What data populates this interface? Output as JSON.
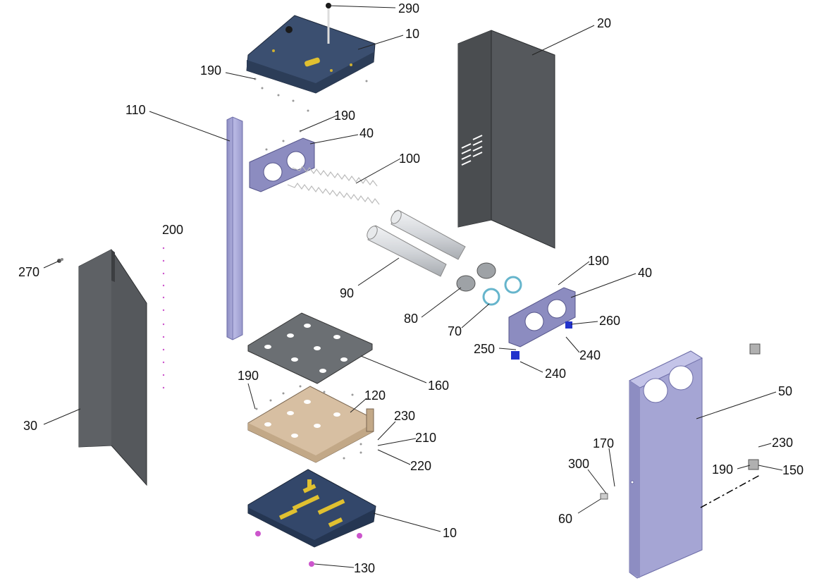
{
  "diagram": {
    "title": "",
    "labels": {
      "l290": "290",
      "l10_top": "10",
      "l190_a": "190",
      "l20": "20",
      "l110": "110",
      "l190_b": "190",
      "l40_a": "40",
      "l100": "100",
      "l200": "200",
      "l270": "270",
      "l90": "90",
      "l190_c": "190",
      "l40_b": "40",
      "l80": "80",
      "l70": "70",
      "l260": "260",
      "l250": "250",
      "l240_a": "240",
      "l240_b": "240",
      "l160": "160",
      "l190_d": "190",
      "l120": "120",
      "l230_a": "230",
      "l210": "210",
      "l220": "220",
      "l30": "30",
      "l50": "50",
      "l170": "170",
      "l230_b": "230",
      "l300": "300",
      "l190_e": "190",
      "l150": "150",
      "l60": "60",
      "l10_bottom": "10",
      "l130": "130"
    },
    "colors": {
      "dark_panel": "#55585c",
      "navy_part": "#3b4f70",
      "lavender": "#a5a5d4",
      "tan_plate": "#d7bfa2",
      "grey_plate": "#6b6f73",
      "blue_bracket": "#2233cc",
      "cylinder": "#cfd2d6"
    }
  }
}
